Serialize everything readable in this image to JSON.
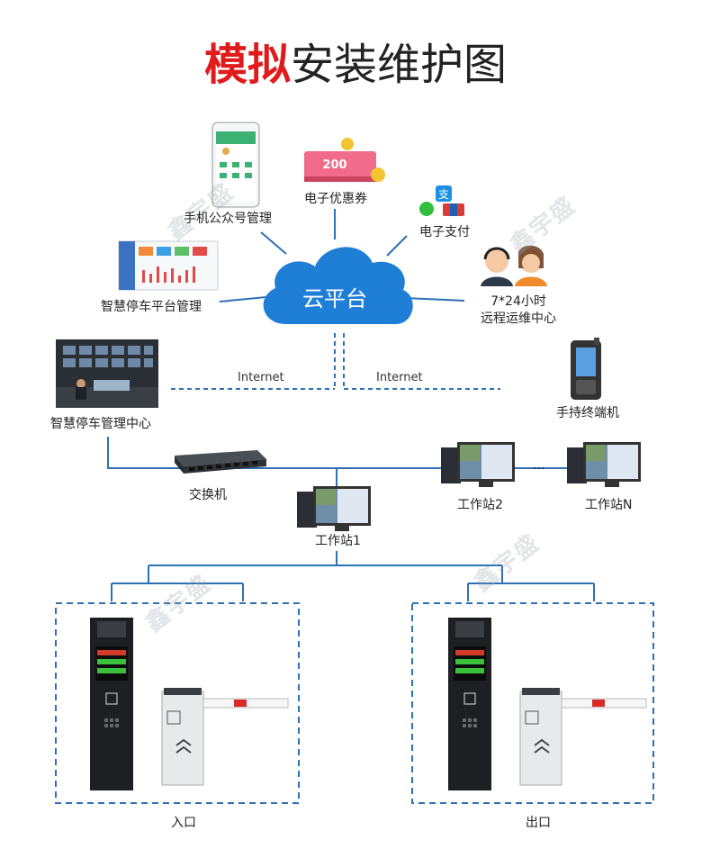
{
  "title": {
    "bold": "模拟",
    "normal": "安装维护图"
  },
  "cloud": {
    "label": "云平台"
  },
  "nodes": {
    "mobile": "手机公众号管理",
    "coupon": "电子优惠券",
    "coupon_amount": "200",
    "epay": "电子支付",
    "platform": "智慧停车平台管理",
    "ops_line1": "7*24小时",
    "ops_line2": "远程运维中心",
    "control_center": "智慧停车管理中心",
    "handheld": "手持终端机",
    "switch": "交换机",
    "ws1": "工作站1",
    "ws2": "工作站2",
    "wsn": "工作站N",
    "ellipsis": "...",
    "entrance": "入口",
    "exit": "出口"
  },
  "network": {
    "internet_left": "Internet",
    "internet_right": "Internet"
  },
  "watermark": "鑫宇盛",
  "colors": {
    "line": "#2f6fb5",
    "cloud": "#1f7fd6",
    "title_red": "#e01b1b"
  }
}
